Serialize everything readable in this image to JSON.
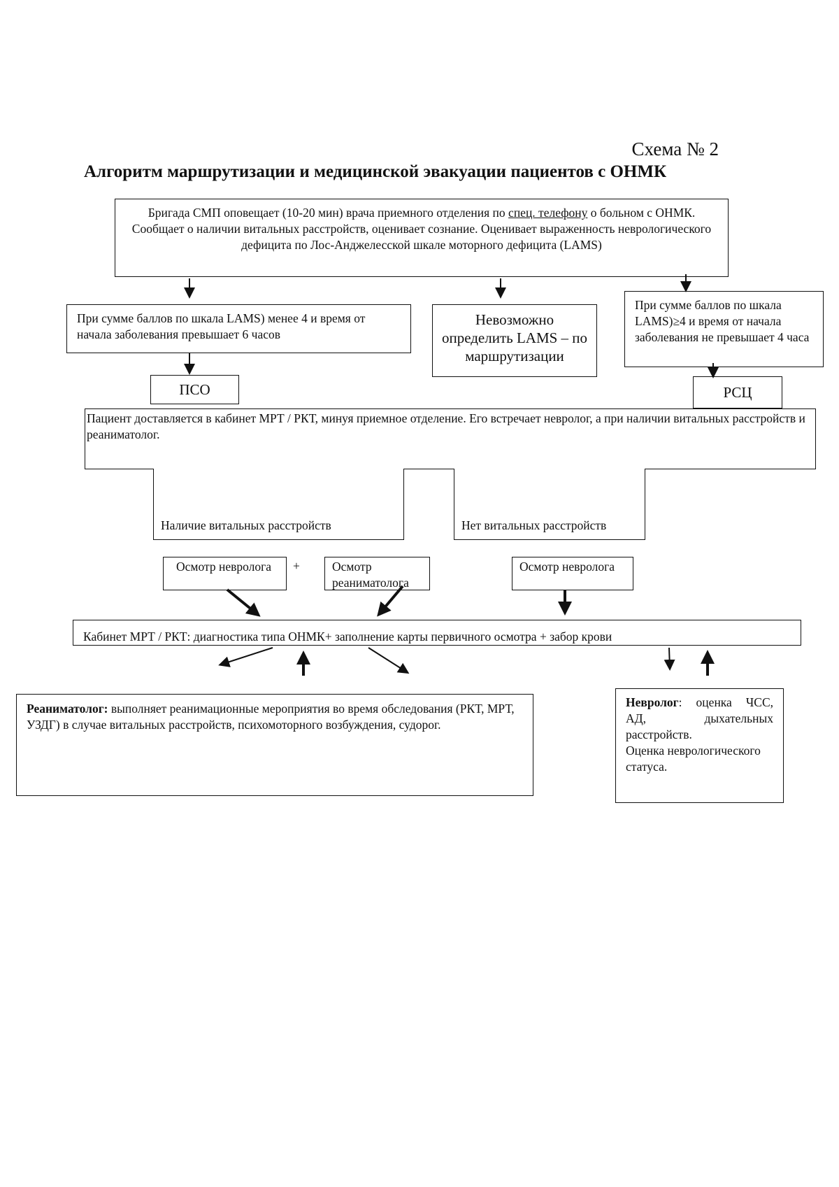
{
  "header": {
    "scheme_label": "Схема № 2",
    "title": "Алгоритм маршрутизации и медицинской эвакуации пациентов с ОНМК"
  },
  "boxes": {
    "smp": {
      "text_before": "Бригада СМП оповещает (10-20 мин) врача приемного отделения по ",
      "underlined": "спец. телефону",
      "text_after": " о больном с ОНМК. Сообщает о наличии витальных расстройств, оценивает сознание. Оценивает выраженность неврологического дефицита по Лос-Анджелесской шкале моторного дефицита (LAMS)"
    },
    "lams_low": "При сумме баллов по шкала LAMS) менее 4 и время от начала заболевания  превышает 6 часов",
    "lams_unknown": "Невозможно определить LAMS – по маршрутизации",
    "lams_high": "При сумме баллов по шкала LAMS)≥4 и время от начала заболевания не превышает 4 часа",
    "pso": "ПСО",
    "rsc": "РСЦ",
    "patient": "Пациент доставляется в кабинет МРТ / РКТ, минуя приемное отделение. Его встречает невролог, а при наличии витальных расстройств и реаниматолог.",
    "vital_yes": "Наличие витальных расстройств",
    "vital_no": "Нет витальных расстройств",
    "exam_neuro_1": "Осмотр невролога",
    "plus": "+",
    "exam_reanim": "Осмотр реаниматолога",
    "exam_neuro_2": "Осмотр невролога",
    "mri": "Кабинет МРТ / РКТ: диагностика типа ОНМК+ заполнение карты первичного осмотра + забор крови",
    "reanimatologist": {
      "bold": "Реаниматолог:",
      "text": " выполняет реанимационные мероприятия во время обследования (РКТ, МРТ, УЗДГ) в случае витальных расстройств, психомоторного возбуждения, судорог."
    },
    "neurologist": {
      "bold": "Невролог",
      "text": ": оценка ЧСС, АД, дыхательных расстройств.",
      "text2": " Оценка неврологического статуса."
    }
  }
}
